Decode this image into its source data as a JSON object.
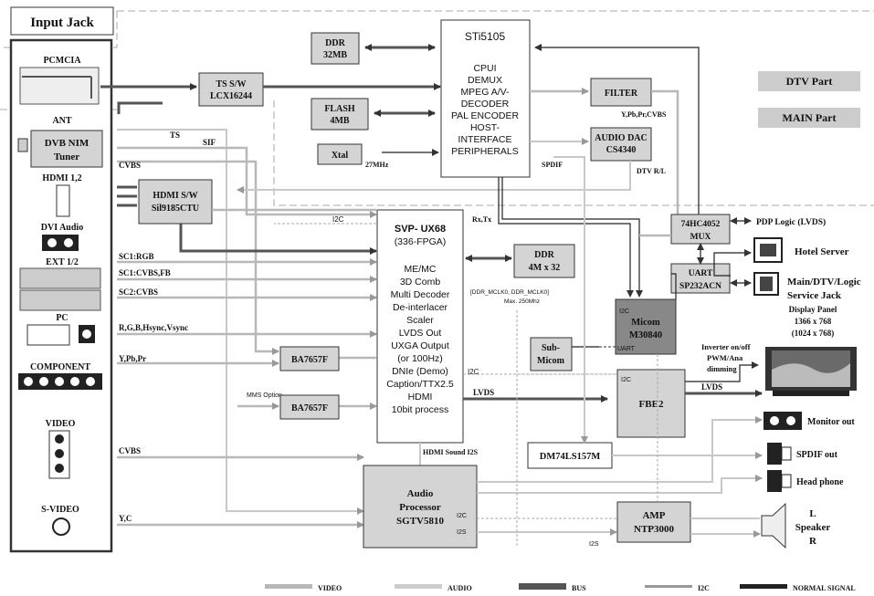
{
  "input_jack": {
    "title": "Input Jack",
    "pcmcia": "PCMCIA",
    "ant": "ANT",
    "dvb_nim": "DVB NIM",
    "tuner": "Tuner",
    "hdmi12": "HDMI 1,2",
    "dvi_audio": "DVI Audio",
    "ext12": "EXT 1/2",
    "pc": "PC",
    "component": "COMPONENT",
    "video": "VIDEO",
    "svideo": "S-VIDEO"
  },
  "signals": {
    "ts": "TS",
    "sif": "SIF",
    "cvbs": "CVBS",
    "sc1_rgb": "SC1:RGB",
    "sc1_cvbs_fb": "SC1:CVBS,FB",
    "sc2_cvbs": "SC2:CVBS",
    "rgb_sync": "R,G,B,Hsync,Vsync",
    "ypbpr": "Y,Pb,Pr",
    "cvbs2": "CVBS",
    "yc": "Y,C",
    "i2c": "I2C",
    "rxtx": "Rx,Tx",
    "spdif": "SPDIF",
    "mhz27": "27MHz",
    "ypbpr_cvbs": "Y,Pb,Pr,CVBS",
    "dtv_rl": "DTV R/L",
    "lvds": "LVDS",
    "lvds2": "LVDS",
    "hdmi_sound": "HDMI Sound I2S",
    "i2s": "I2S",
    "uart": "UART",
    "mms": "MMS Option",
    "ddr_clk": "[DDR_MCLK0, DDR_MCLK0]",
    "ddr_max": "Max. 250Mhz",
    "i2c2": "I2C",
    "i2c3": "I2C",
    "i2c4": "I2C",
    "i2c5": "I2C",
    "i2s2": "I2S"
  },
  "blocks": {
    "ts_sw": [
      "TS S/W",
      "LCX16244"
    ],
    "ddr32": [
      "DDR",
      "32MB"
    ],
    "flash": [
      "FLASH",
      "4MB"
    ],
    "xtal": "Xtal",
    "sti": [
      "STi5105",
      "CPUI",
      "DEMUX",
      "MPEG A/V-",
      "DECODER",
      "PAL ENCODER",
      "HOST-",
      "INTERFACE",
      "PERIPHERALS"
    ],
    "filter": "FILTER",
    "audio_dac": [
      "AUDIO DAC",
      "CS4340"
    ],
    "hdmi_sw": [
      "HDMI S/W",
      "Sil9185CTU"
    ],
    "svp": [
      "SVP- UX68",
      "(336-FPGA)",
      "ME/MC",
      "3D Comb",
      "Multi Decoder",
      "De-interlacer",
      "Scaler",
      "LVDS Out",
      "UXGA Output",
      "(or 100Hz)",
      "DNIe (Demo)",
      "Caption/TTX2.5",
      "HDMI",
      "10bit process"
    ],
    "ddr4m": [
      "DDR",
      "4M x 32"
    ],
    "mux": [
      "74HC4052",
      "MUX"
    ],
    "uart": [
      "UART",
      "SP232ACN"
    ],
    "micom": [
      "Micom",
      "M30840"
    ],
    "submicom": [
      "Sub-",
      "Micom"
    ],
    "ba1": "BA7657F",
    "ba2": "BA7657F",
    "fbe2": "FBE2",
    "dm74": "DM74LS157M",
    "audio_proc": [
      "Audio",
      "Processor",
      "SGTV5810"
    ],
    "amp": [
      "AMP",
      "NTP3000"
    ]
  },
  "parts": {
    "dtv": "DTV Part",
    "main": "MAIN Part"
  },
  "outputs": {
    "pdp": "PDP Logic (LVDS)",
    "hotel": "Hotel Server",
    "service": [
      "Main/DTV/Logic",
      "Service Jack"
    ],
    "panel": [
      "Display Panel",
      "1366 x 768",
      "(1024 x 768)"
    ],
    "inverter": [
      "Inverter on/off",
      "PWM/Ana",
      "dimming"
    ],
    "monitor": "Monitor out",
    "spdif_out": "SPDIF out",
    "headphone": "Head phone",
    "speaker": [
      "L",
      "Speaker",
      "R"
    ]
  },
  "legend": {
    "video": "VIDEO",
    "audio": "AUDIO",
    "bus": "BUS",
    "i2c": "I2C",
    "normal": "NORMAL SIGNAL"
  },
  "colors": {
    "video": "#b8b8b8",
    "audio": "#cccccc",
    "bus": "#555555",
    "i2c": "#999999",
    "normal": "#222222",
    "block": "#d4d4d4"
  }
}
